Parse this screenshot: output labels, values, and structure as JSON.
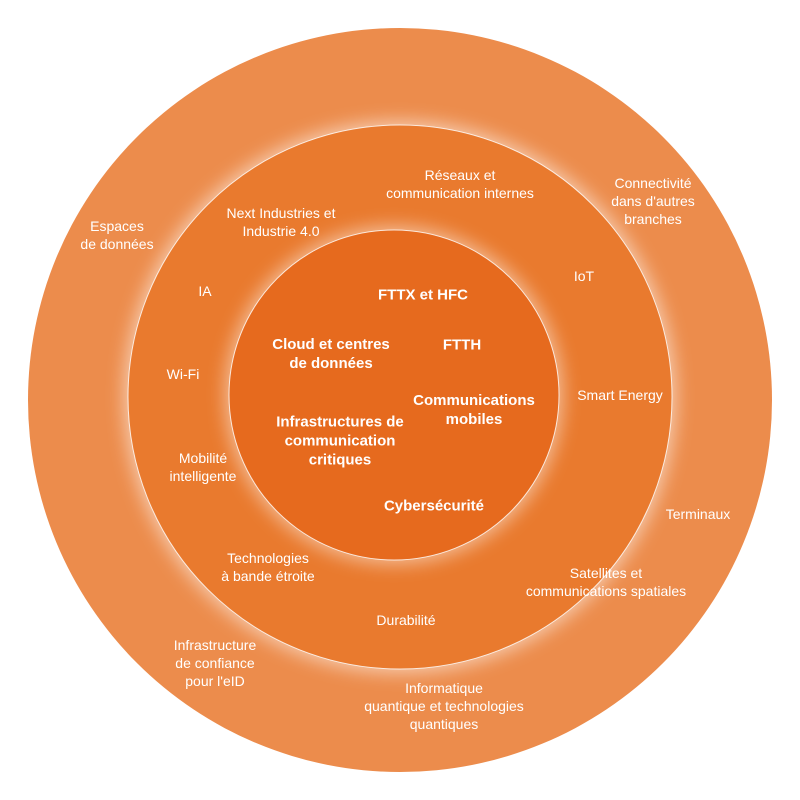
{
  "colors": {
    "outer": "#EC8C4C",
    "middle": "#E97A2E",
    "inner": "#E66A1E",
    "text": "#FFFFFF"
  },
  "inner_ring": [
    "FTTX et HFC",
    "Cloud et centres\nde données",
    "FTTH",
    "Communications\nmobiles",
    "Infrastructures de\ncommunication\ncritiques",
    "Cybersécurité"
  ],
  "middle_ring": [
    "Réseaux et\ncommunication internes",
    "Next Industries et\nIndustrie 4.0",
    "IoT",
    "IA",
    "Wi-Fi",
    "Smart Energy",
    "Mobilité\nintelligente",
    "Technologies\nà bande étroite",
    "Satellites et\ncommunications spatiales",
    "Durabilité"
  ],
  "outer_ring": [
    "Connectivité\ndans d'autres\nbranches",
    "Espaces\nde données",
    "Terminaux",
    "Infrastructure\nde confiance\npour l'eID",
    "Informatique\nquantique et technologies\nquantiques"
  ]
}
